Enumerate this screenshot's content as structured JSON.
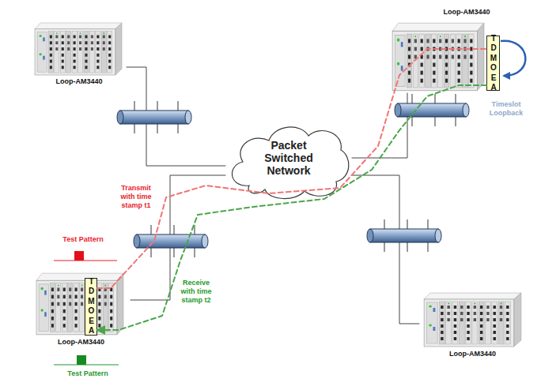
{
  "diagram": {
    "nodes": [
      {
        "text": [
          "Loop-AM3440"
        ]
      },
      {
        "text": [
          "Loop-AM3440"
        ]
      },
      {
        "text": [
          "TDMOEA"
        ],
        "in": 1
      },
      {
        "text": [
          "Packet Switched Network"
        ]
      },
      {
        "text": [
          "Loop-AM3440"
        ]
      },
      {
        "text": [
          "TDMOEA"
        ],
        "in": 4
      },
      {
        "text": [
          "Loop-AM3440"
        ]
      }
    ],
    "edges": [
      {
        "from": 0,
        "to": 3,
        "arrow": "none"
      },
      {
        "from": 1,
        "to": 3,
        "arrow": "none"
      },
      {
        "from": 4,
        "to": 3,
        "arrow": "none"
      },
      {
        "from": 6,
        "to": 3,
        "arrow": "none"
      },
      {
        "from": 5,
        "to": 2,
        "arrow": "none"
      },
      {
        "from": 2,
        "to": 5,
        "arrow": "to"
      }
    ],
    "labels": [
      "Timeslot Loopback",
      "Transmit with time stamp t1",
      "Test Pattern",
      "Receive with time stamp t2",
      "Test Pattern"
    ]
  }
}
